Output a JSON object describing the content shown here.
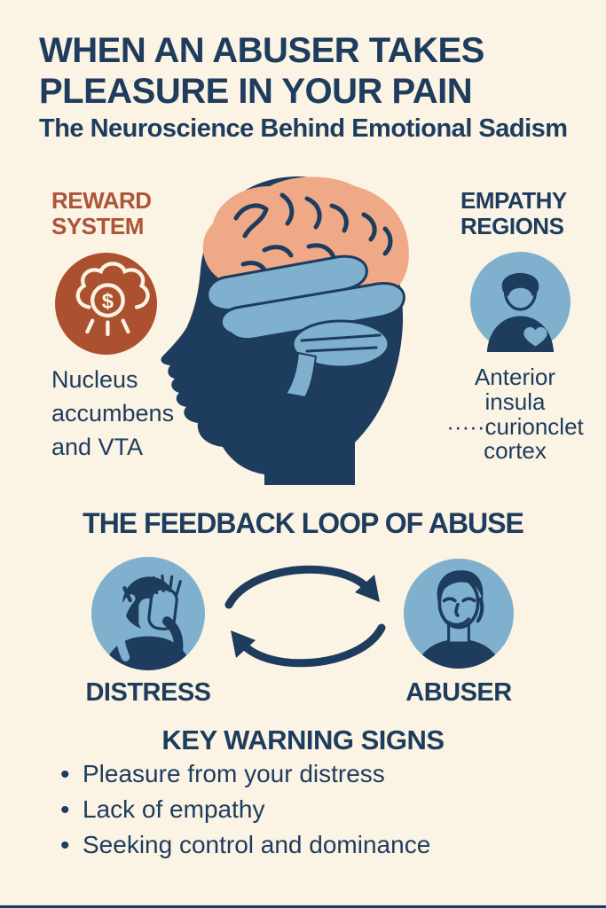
{
  "poster": {
    "title": "WHEN AN ABUSER TAKES PLEASURE IN YOUR PAIN",
    "subtitle": "The Neuroscience Behind Emotional Sadism"
  },
  "reward": {
    "heading": "REWARD SYSTEM",
    "caption": "Nucleus accumbens and VTA",
    "icon": "brain-reward-dollar-icon"
  },
  "empathy": {
    "heading": "EMPATHY REGIONS",
    "caption_lines": [
      "Anterior",
      "insula",
      "·····curionclet",
      "cortex"
    ],
    "icon": "person-heart-icon"
  },
  "brain_diagram": {
    "icon": "head-profile-brain-illustration"
  },
  "feedback_loop": {
    "heading": "THE FEEDBACK LOOP OF ABUSE",
    "left_label": "DISTRESS",
    "right_label": "ABUSER",
    "left_icon": "distressed-person-icon",
    "right_icon": "smirking-abuser-icon",
    "arrows_icon": "cycle-arrows-icon"
  },
  "warning": {
    "heading": "KEY WARNING SIGNS",
    "items": [
      "Pleasure from your distress",
      "Lack of empathy",
      "Seeking control and dominance"
    ]
  },
  "colors": {
    "background": "#FBF3E3",
    "navy": "#1D3C5E",
    "rust": "#AC5130",
    "rust_text": "#AE5437",
    "light_blue": "#7FB0CD",
    "salmon": "#EFA987"
  }
}
